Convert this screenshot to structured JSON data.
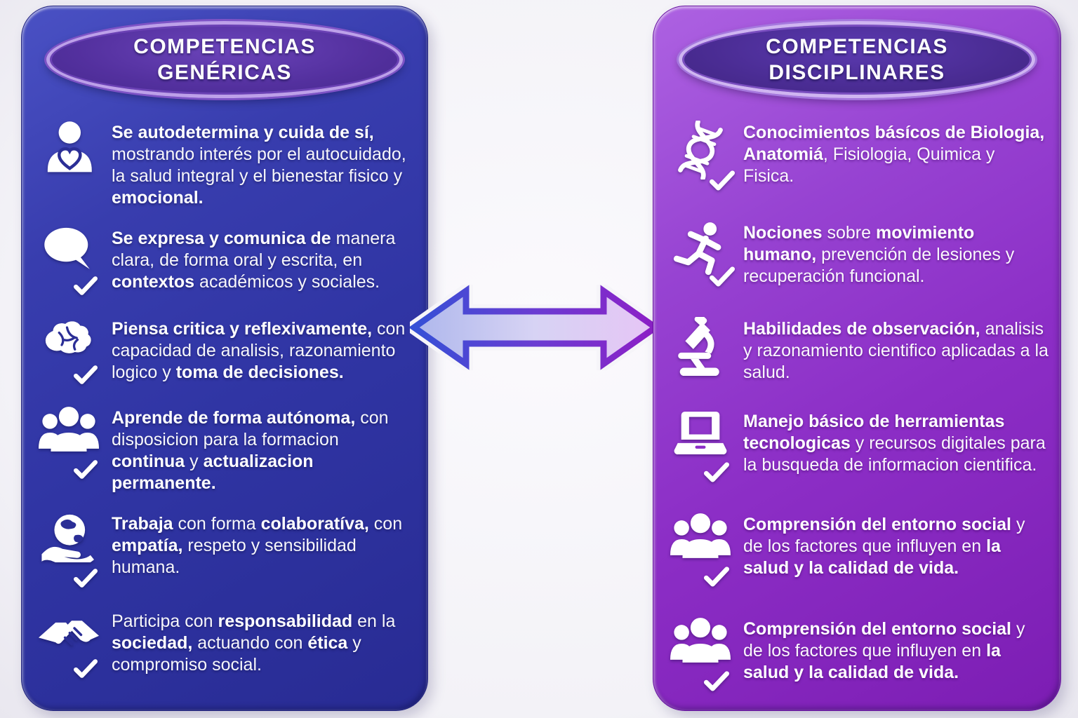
{
  "page": {
    "background": "#f3f2f7"
  },
  "arrow": {
    "description": "bidirectional-arrow",
    "outer_left_color": "#3550d6",
    "outer_right_color": "#8d1fc6",
    "inner_left_color": "#aeb7ec",
    "inner_right_color": "#e6c5f5"
  },
  "left_panel": {
    "background": "#3035a4",
    "header_fill": "#53309e",
    "header_ring": "#bda0e9",
    "title_lines": [
      "COMPETENCIAS",
      "GENÉRICAS"
    ],
    "items": [
      {
        "icon": "person-heart-icon",
        "has_check": false,
        "segments": [
          {
            "t": "Se autodetermina y cuida de sí,",
            "b": true
          },
          {
            "t": " mostrando interés por el autocuidado, la salud integral y el bienestar fisico y ",
            "b": false
          },
          {
            "t": "emocional.",
            "b": true
          }
        ]
      },
      {
        "icon": "speech-bubble-icon",
        "has_check": true,
        "segments": [
          {
            "t": "Se expresa y comunica de",
            "b": true
          },
          {
            "t": " manera clara, de forma oral y escrita, en ",
            "b": false
          },
          {
            "t": "contextos",
            "b": true
          },
          {
            "t": " académicos y sociales.",
            "b": false
          }
        ]
      },
      {
        "icon": "brain-icon",
        "has_check": true,
        "segments": [
          {
            "t": "Piensa critica y reflexivamente,",
            "b": true
          },
          {
            "t": " con capacidad de analisis, razonamiento logico y ",
            "b": false
          },
          {
            "t": "toma de decisiones.",
            "b": true
          }
        ]
      },
      {
        "icon": "people-group-icon",
        "has_check": true,
        "segments": [
          {
            "t": "Aprende de forma autónoma,",
            "b": true
          },
          {
            "t": " con disposicion para la formacion ",
            "b": false
          },
          {
            "t": "continua",
            "b": true
          },
          {
            "t": " y ",
            "b": false
          },
          {
            "t": "actualizacion permanente.",
            "b": true
          }
        ]
      },
      {
        "icon": "hand-globe-icon",
        "has_check": true,
        "segments": [
          {
            "t": "Trabaja",
            "b": true
          },
          {
            "t": " con forma ",
            "b": false
          },
          {
            "t": "colaboratíva,",
            "b": true
          },
          {
            "t": " con ",
            "b": false
          },
          {
            "t": "empatía,",
            "b": true
          },
          {
            "t": " respeto y sensibilidad humana.",
            "b": false
          }
        ]
      },
      {
        "icon": "handshake-icon",
        "has_check": true,
        "segments": [
          {
            "t": "Participa con ",
            "b": false
          },
          {
            "t": "responsabilidad",
            "b": true
          },
          {
            "t": " en la ",
            "b": false
          },
          {
            "t": "sociedad,",
            "b": true
          },
          {
            "t": " actuando con ",
            "b": false
          },
          {
            "t": "ética",
            "b": true
          },
          {
            "t": " y compromiso social.",
            "b": false
          }
        ]
      }
    ]
  },
  "right_panel": {
    "background": "#8c2ec6",
    "header_fill": "#4a2c93",
    "header_ring": "#cfb5f1",
    "title_lines": [
      "COMPETENCIAS",
      "DISCIPLINARES"
    ],
    "items": [
      {
        "icon": "dna-icon",
        "has_check": true,
        "segments": [
          {
            "t": "Conocimientos básícos de Biologia, Anatomiá",
            "b": true
          },
          {
            "t": ", Fisiologia, Quimica y Fisica.",
            "b": false
          }
        ]
      },
      {
        "icon": "runner-icon",
        "has_check": true,
        "segments": [
          {
            "t": "Nociones",
            "b": true
          },
          {
            "t": " sobre ",
            "b": false
          },
          {
            "t": "movimiento humano,",
            "b": true
          },
          {
            "t": " prevención de lesiones y recuperación funcional.",
            "b": false
          }
        ]
      },
      {
        "icon": "microscope-icon",
        "has_check": false,
        "segments": [
          {
            "t": "Habilidades de observación,",
            "b": true
          },
          {
            "t": " analisis y razonamiento cientifico aplicadas a la salud.",
            "b": false
          }
        ]
      },
      {
        "icon": "laptop-icon",
        "has_check": true,
        "segments": [
          {
            "t": "Manejo básico de herramientas tecnologicas",
            "b": true
          },
          {
            "t": " y recursos digitales para la busqueda de informacion cientifica.",
            "b": false
          }
        ]
      },
      {
        "icon": "people-group-icon",
        "has_check": true,
        "segments": [
          {
            "t": "Comprensión del entorno social",
            "b": true
          },
          {
            "t": " y de los factores que influyen en ",
            "b": false
          },
          {
            "t": "la salud y la calidad de vida.",
            "b": true
          }
        ]
      },
      {
        "icon": "people-group-icon",
        "has_check": true,
        "segments": [
          {
            "t": "Comprensión del entorno social",
            "b": true
          },
          {
            "t": " y de los factores que influyen en ",
            "b": false
          },
          {
            "t": "la salud y la calidad de vida.",
            "b": true
          }
        ]
      }
    ]
  }
}
